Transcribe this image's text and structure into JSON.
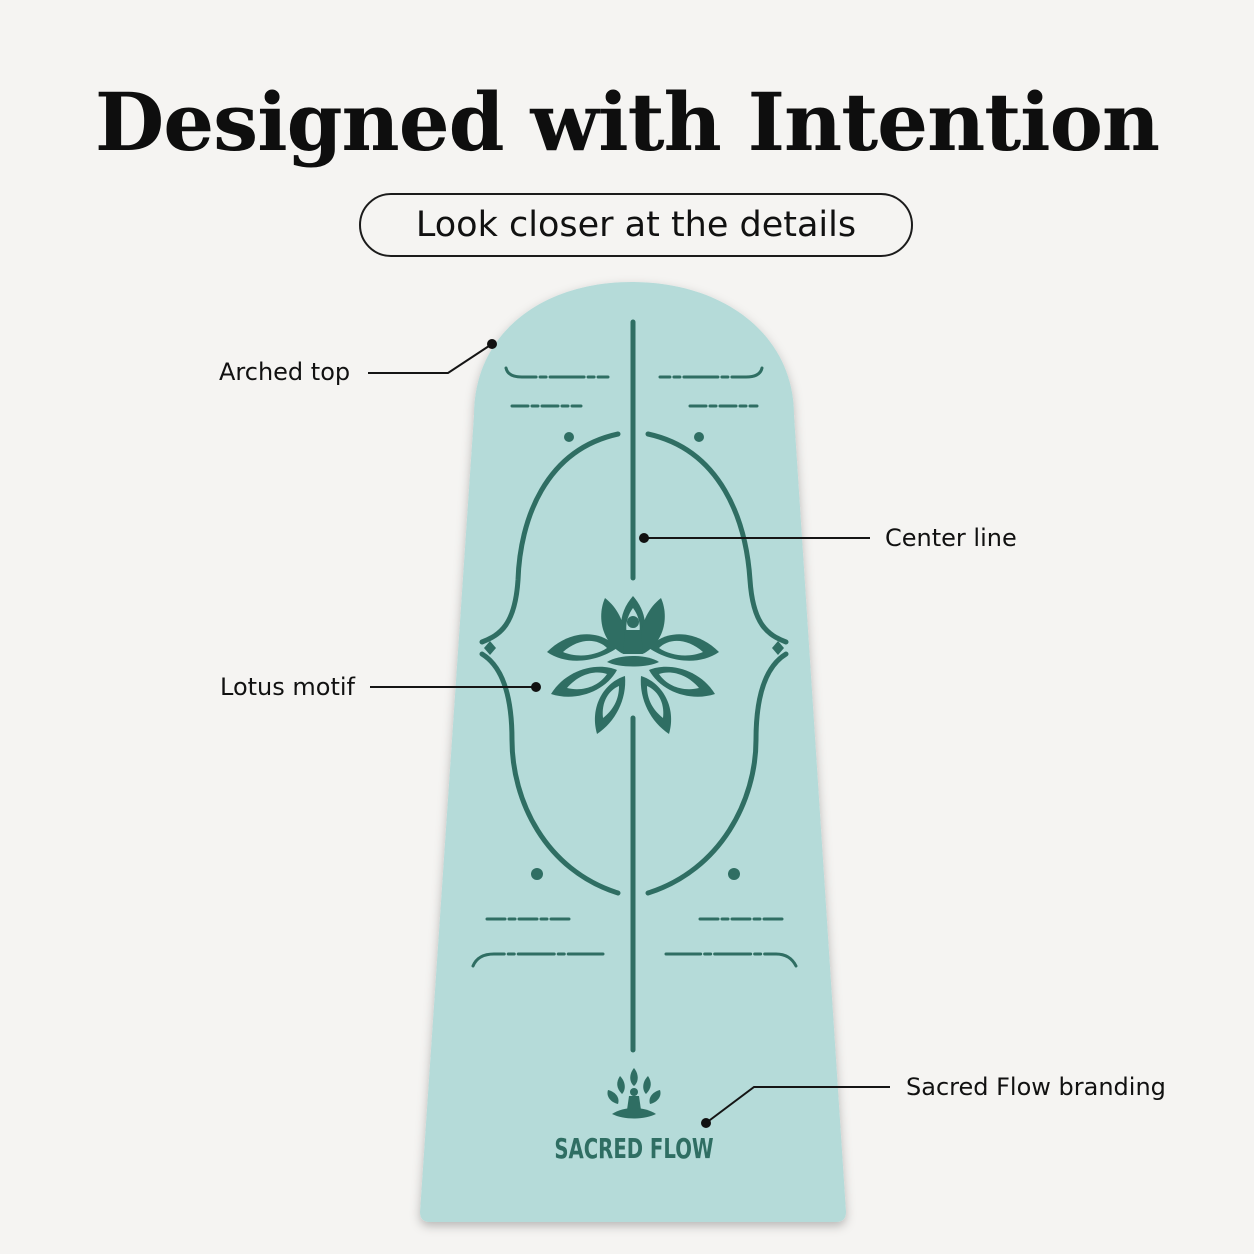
{
  "header": {
    "title": "Designed with Intention",
    "subtitle": "Look closer at the details"
  },
  "callouts": {
    "arched_top": "Arched top",
    "center_line": "Center line",
    "lotus_motif": "Lotus motif",
    "branding": "Sacred Flow branding"
  },
  "mat": {
    "brand_text": "SACRED FLOW"
  },
  "colors": {
    "background": "#f5f4f2",
    "mat": "#b5dbd9",
    "engraving": "#2f6e63"
  }
}
